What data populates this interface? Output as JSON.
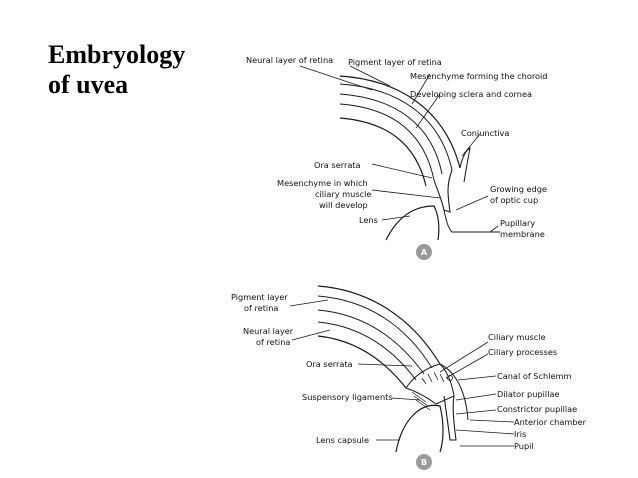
{
  "slide": {
    "title_line1": "Embryology",
    "title_line2": "of uvea"
  },
  "diagram_a": {
    "badge": "A",
    "labels": {
      "neural_layer": "Neural layer of retina",
      "pigment_layer": "Pigment layer of retina",
      "mesenchyme_choroid": "Mesenchyme forming the choroid",
      "sclera_cornea": "Developing sclera and cornea",
      "conjunctiva": "Conjunctiva",
      "ora_serrata": "Ora serrata",
      "mesenchyme_ciliary_1": "Mesenchyme in which",
      "mesenchyme_ciliary_2": "ciliary muscle",
      "mesenchyme_ciliary_3": "will develop",
      "lens": "Lens",
      "growing_edge_1": "Growing edge",
      "growing_edge_2": "of optic cup",
      "pupillary_1": "Pupillary",
      "pupillary_2": "membrane"
    }
  },
  "diagram_b": {
    "badge": "B",
    "labels": {
      "pigment_layer_1": "Pigment layer",
      "pigment_layer_2": "of retina",
      "neural_layer_1": "Neural layer",
      "neural_layer_2": "of retina",
      "ora_serrata": "Ora serrata",
      "suspensory": "Suspensory ligaments",
      "lens_capsule": "Lens capsule",
      "ciliary_muscle": "Ciliary muscle",
      "ciliary_processes": "Ciliary processes",
      "canal_schlemm": "Canal of Schlemm",
      "dilator": "Dilator pupillae",
      "constrictor": "Constrictor pupillae",
      "anterior_chamber": "Anterior chamber",
      "iris": "Iris",
      "pupil": "Pupil"
    }
  },
  "colors": {
    "line": "#1a1a1a",
    "badge": "#9a9a9a",
    "background": "#ffffff"
  }
}
